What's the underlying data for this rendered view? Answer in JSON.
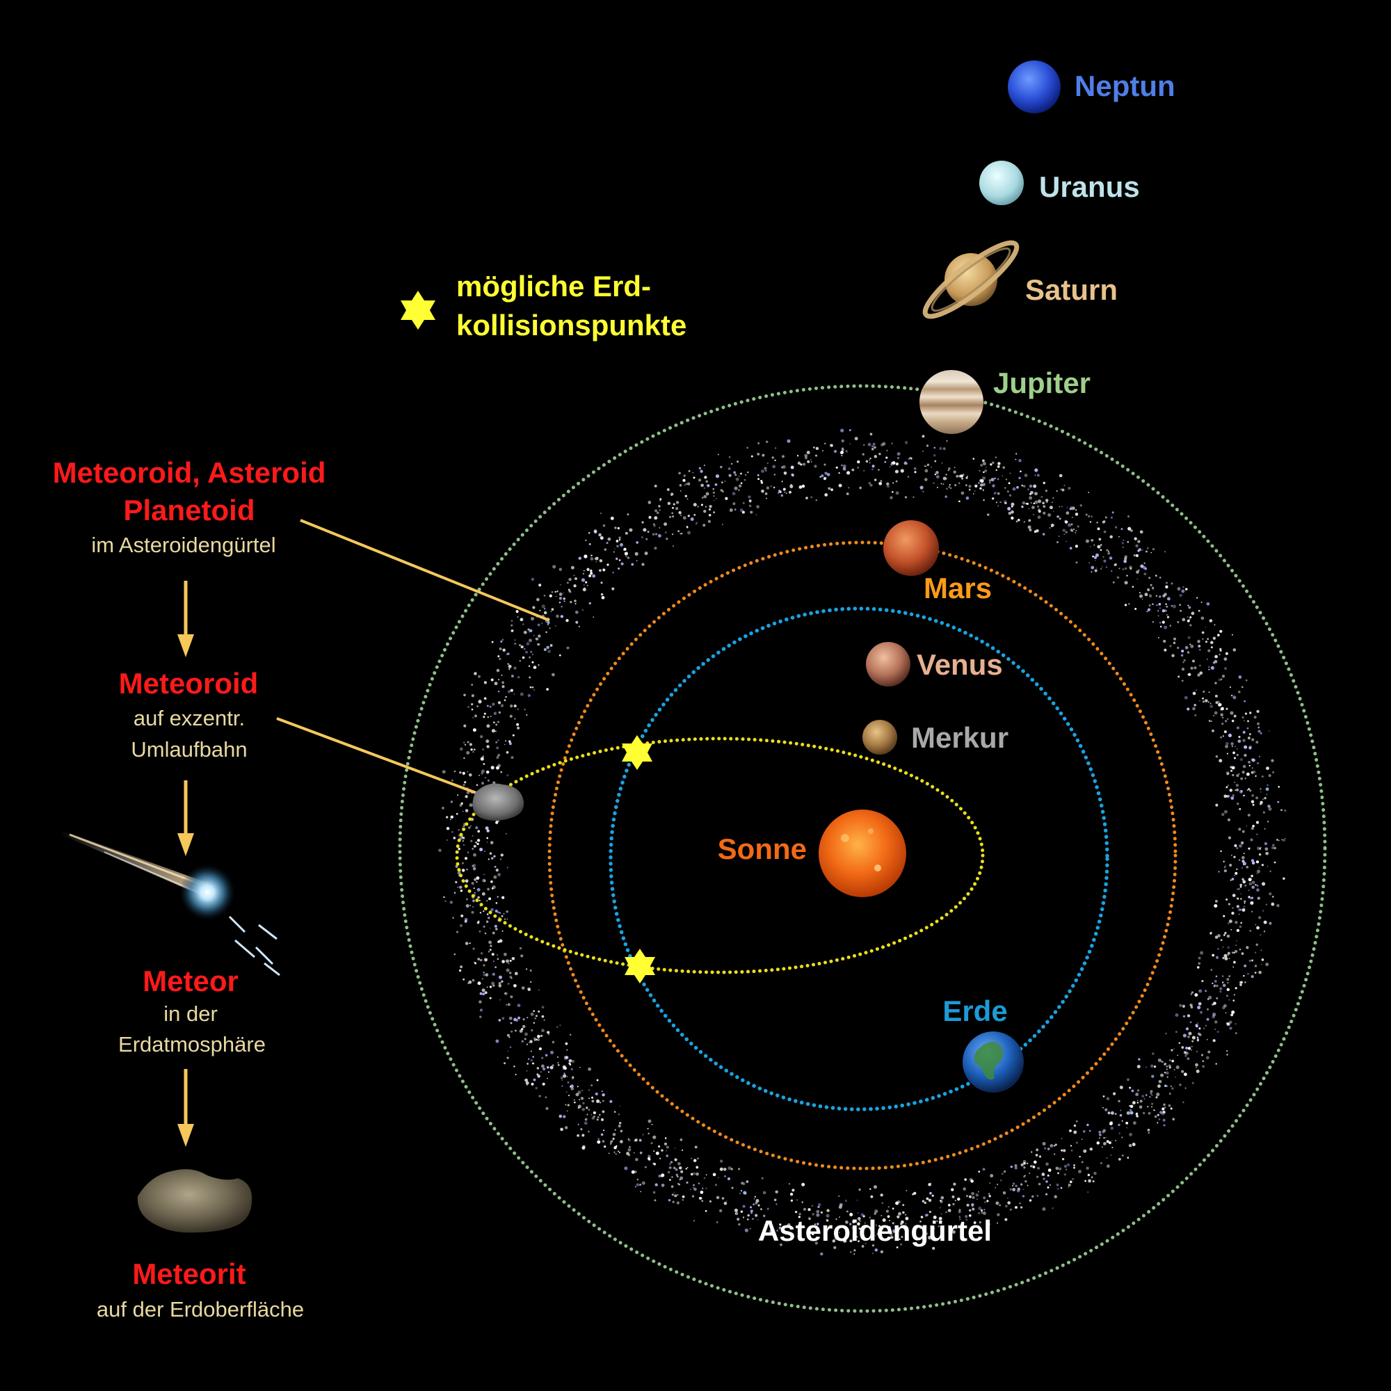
{
  "legend": {
    "line1": "mögliche Erd-",
    "line2": "kollisionspunkte"
  },
  "planets": {
    "neptun": "Neptun",
    "uranus": "Uranus",
    "saturn": "Saturn",
    "jupiter": "Jupiter",
    "mars": "Mars",
    "venus": "Venus",
    "merkur": "Merkur",
    "erde": "Erde",
    "sonne": "Sonne"
  },
  "belt_label": "Asteroidengürtel",
  "stages": [
    {
      "title1": "Meteoroid, Asteroid",
      "title2": "Planetoid",
      "sub1": "im Asteroidengürtel",
      "sub2": ""
    },
    {
      "title1": "Meteoroid",
      "title2": "",
      "sub1": "auf exzentr.",
      "sub2": "Umlaufbahn"
    },
    {
      "title1": "Meteor",
      "title2": "",
      "sub1": "in der",
      "sub2": "Erdatmosphäre"
    },
    {
      "title1": "Meteorit",
      "title2": "",
      "sub1": "auf der Erdoberfläche",
      "sub2": ""
    }
  ],
  "colors": {
    "background": "#000000",
    "stage_title": "#ff1a1a",
    "stage_sub": "#e8d9a0",
    "arrow": "#f5c85a",
    "legend": "#ffff33",
    "neptun": "#4f7fe8",
    "uranus": "#bfe3ea",
    "saturn": "#e7c28a",
    "jupiter": "#9ed08a",
    "mars": "#ff9a1a",
    "venus": "#e8b090",
    "merkur": "#a9a9a9",
    "erde": "#1d9ad6",
    "sonne": "#f26a16",
    "belt": "#ffffff",
    "jupiter_orbit": "#8fbf8a",
    "mars_orbit": "#f08a1c",
    "earth_orbit": "#1aa3e0",
    "ecc_orbit": "#e8e01a"
  }
}
